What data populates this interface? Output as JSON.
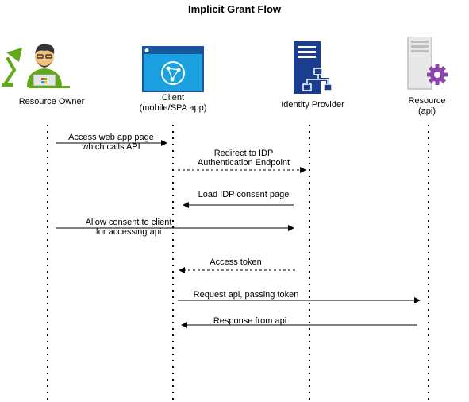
{
  "title": "Implicit Grant Flow",
  "actors": [
    {
      "id": "resource-owner",
      "label": "Resource Owner",
      "icon": "person-at-laptop-icon"
    },
    {
      "id": "client",
      "label": "Client\n(mobile/SPA app)",
      "icon": "browser-window-icon"
    },
    {
      "id": "identity-provider",
      "label": "Identity Provider",
      "icon": "server-network-icon"
    },
    {
      "id": "resource",
      "label": "Resource\n(api)",
      "icon": "server-gear-icon"
    }
  ],
  "messages": [
    {
      "text": "Access web app page\nwhich calls API",
      "from": "resource-owner",
      "to": "client",
      "style": "solid"
    },
    {
      "text": "Redirect to IDP\nAuthentication Endpoint",
      "from": "client",
      "to": "identity-provider",
      "style": "dashed"
    },
    {
      "text": "Load IDP consent page",
      "from": "identity-provider",
      "to": "client",
      "style": "solid"
    },
    {
      "text": "Allow consent to client\nfor accessing api",
      "from": "resource-owner",
      "to": "identity-provider",
      "style": "solid"
    },
    {
      "text": "Access token",
      "from": "identity-provider",
      "to": "client",
      "style": "dashed"
    },
    {
      "text": "Request api, passing token",
      "from": "client",
      "to": "resource",
      "style": "solid"
    },
    {
      "text": "Response from api",
      "from": "resource",
      "to": "client",
      "style": "solid"
    }
  ],
  "colors": {
    "icon_blue": "#1a56a0",
    "icon_cyan": "#1ba1e2",
    "person_green": "#60a917",
    "gear_purple": "#8e44ad",
    "server_gray": "#bdbdbd"
  }
}
